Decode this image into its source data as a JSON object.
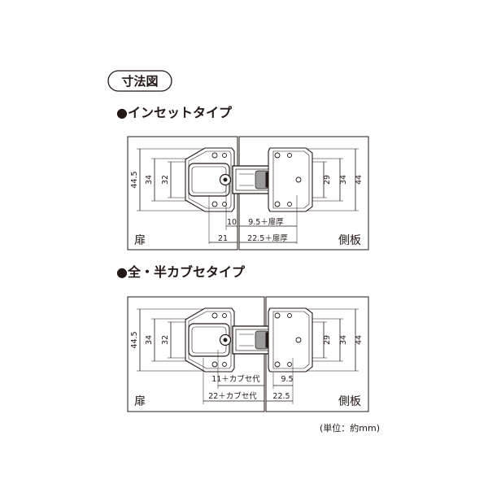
{
  "badge": {
    "label": "寸法図"
  },
  "sections": [
    {
      "heading": "●インセットタイプ",
      "left_label": "扉",
      "right_label": "側板",
      "dims": {
        "left_outer": "44.5",
        "left_mid": "34",
        "left_inner": "32",
        "right_inner": "29",
        "right_mid": "34",
        "right_outer": "44",
        "bottom_a": "10",
        "bottom_b": "9.5＋扉厚",
        "bottom_c": "21",
        "bottom_d": "22.5＋扉厚"
      }
    },
    {
      "heading": "●全・半カブセタイプ",
      "left_label": "扉",
      "right_label": "側板",
      "dims": {
        "left_outer": "44.5",
        "left_mid": "34",
        "left_inner": "32",
        "right_inner": "29",
        "right_mid": "34",
        "right_outer": "44",
        "bottom_a": "11＋カブセ代",
        "bottom_b": "9.5",
        "bottom_c": "22＋カブセ代",
        "bottom_d": "22.5"
      }
    }
  ],
  "unit_note": "(単位：約mm)"
}
